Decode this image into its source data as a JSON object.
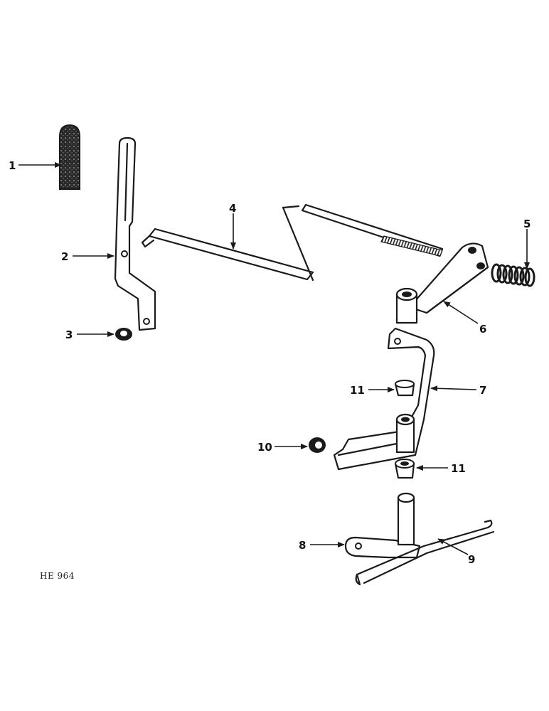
{
  "diagram": {
    "drawing_code": "HE 964",
    "callouts": [
      {
        "id": "c1",
        "label": "1"
      },
      {
        "id": "c2",
        "label": "2"
      },
      {
        "id": "c3",
        "label": "3"
      },
      {
        "id": "c4",
        "label": "4"
      },
      {
        "id": "c5",
        "label": "5"
      },
      {
        "id": "c6",
        "label": "6"
      },
      {
        "id": "c7",
        "label": "7"
      },
      {
        "id": "c8",
        "label": "8"
      },
      {
        "id": "c9",
        "label": "9"
      },
      {
        "id": "c10",
        "label": "10"
      },
      {
        "id": "c11a",
        "label": "11"
      },
      {
        "id": "c11b",
        "label": "11"
      }
    ],
    "colors": {
      "ink": "#1a1a1a",
      "background": "#ffffff"
    }
  }
}
